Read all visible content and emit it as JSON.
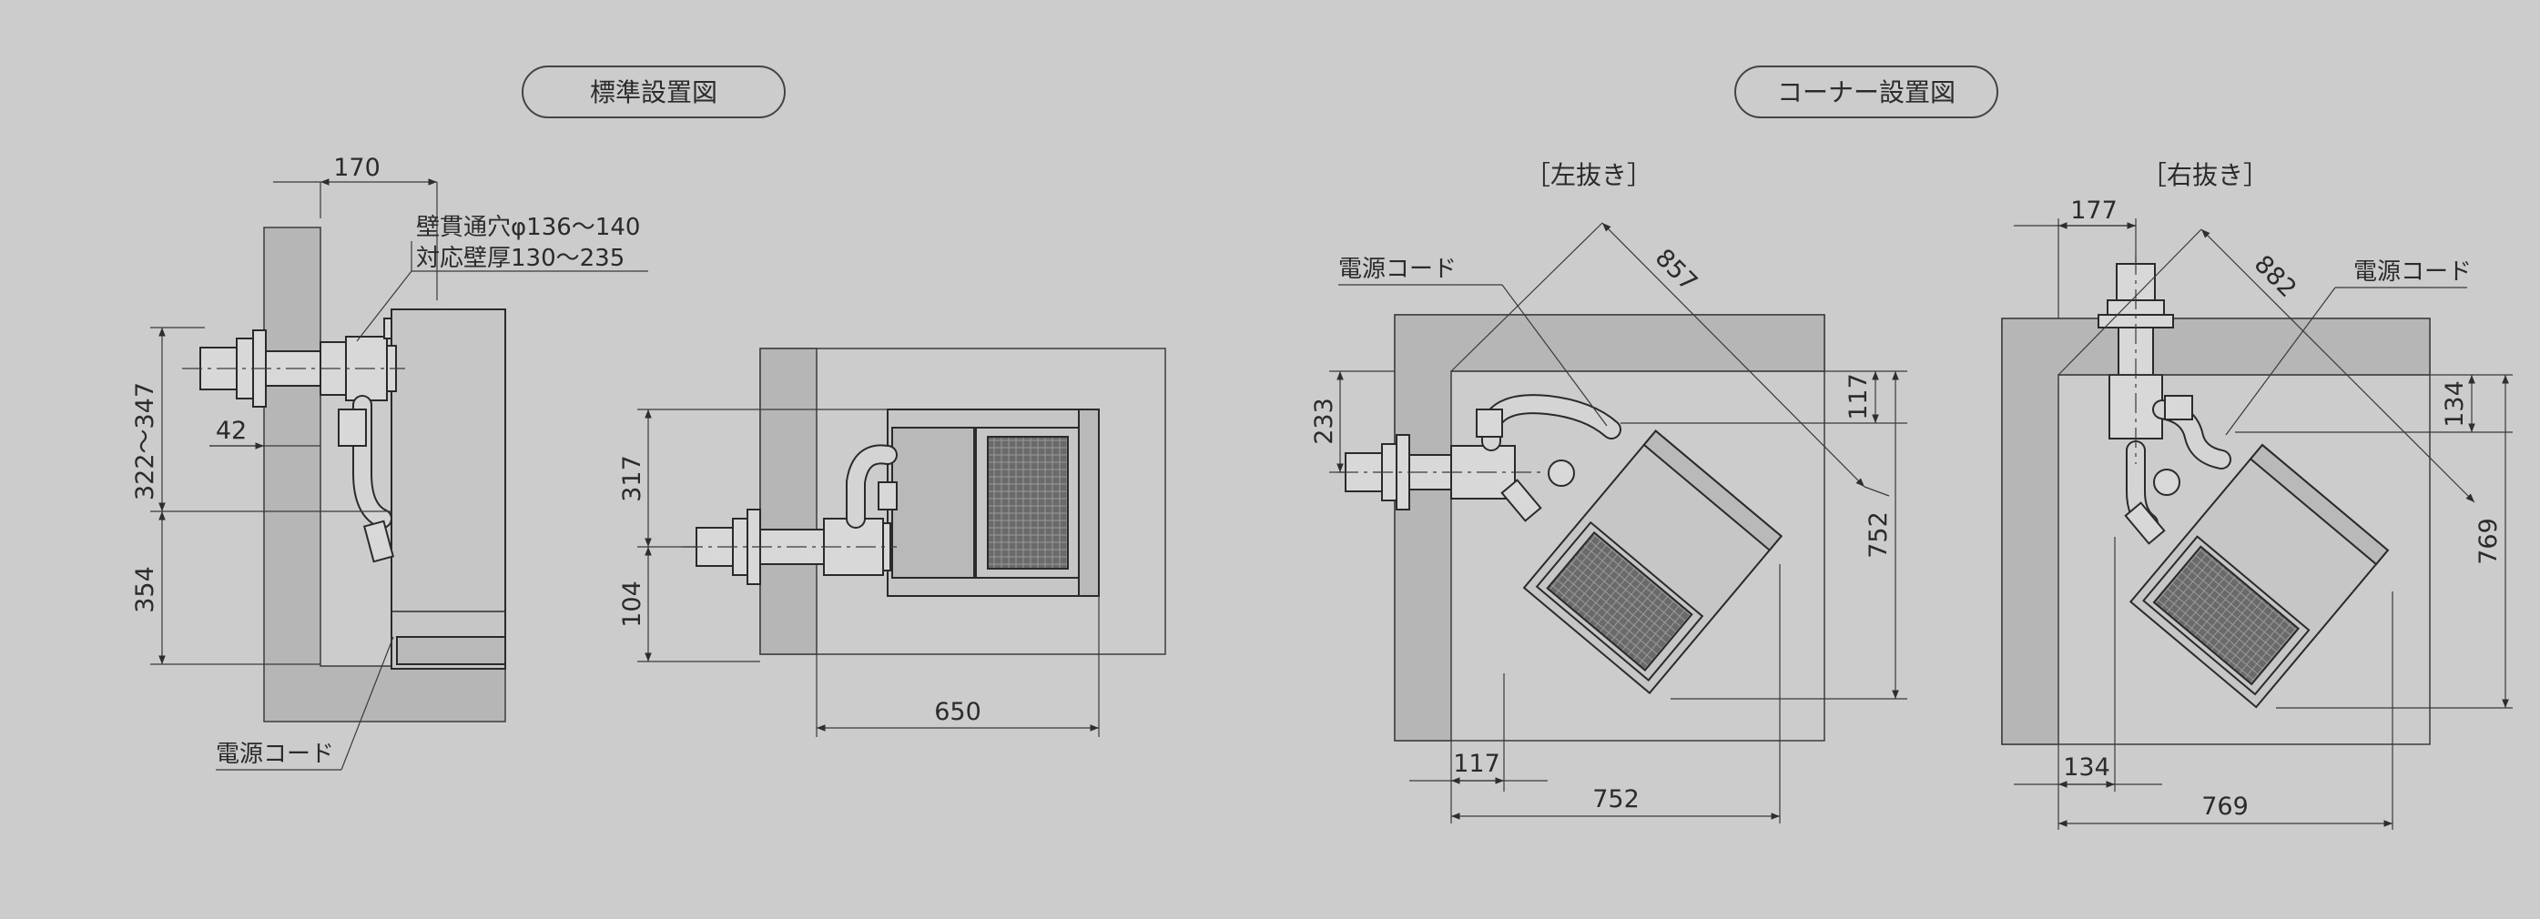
{
  "titles": {
    "standard": "標準設置図",
    "corner": "コーナー設置図",
    "left_out": "［左抜き］",
    "right_out": "［右抜き］"
  },
  "labels": {
    "wall_hole": "壁貫通穴φ136～140",
    "wall_thickness": "対応壁厚130～235",
    "power_cord": "電源コード"
  },
  "dimensions": {
    "side": {
      "d170": "170",
      "d322_347": "322～347",
      "d42": "42",
      "d354": "354"
    },
    "top": {
      "d317": "317",
      "d104": "104",
      "d650": "650"
    },
    "left": {
      "d857": "857",
      "d233": "233",
      "d117v": "117",
      "d752v": "752",
      "d117h": "117",
      "d752h": "752"
    },
    "right": {
      "d177": "177",
      "d882": "882",
      "d134v": "134",
      "d769v": "769",
      "d134h": "134",
      "d769h": "769"
    }
  },
  "colors": {
    "background": "#cccccc",
    "wall": "#b6b6b6",
    "unit_body": "#c6c6c6",
    "grille": "#6a6a6a",
    "line": "#2e2e2e"
  }
}
